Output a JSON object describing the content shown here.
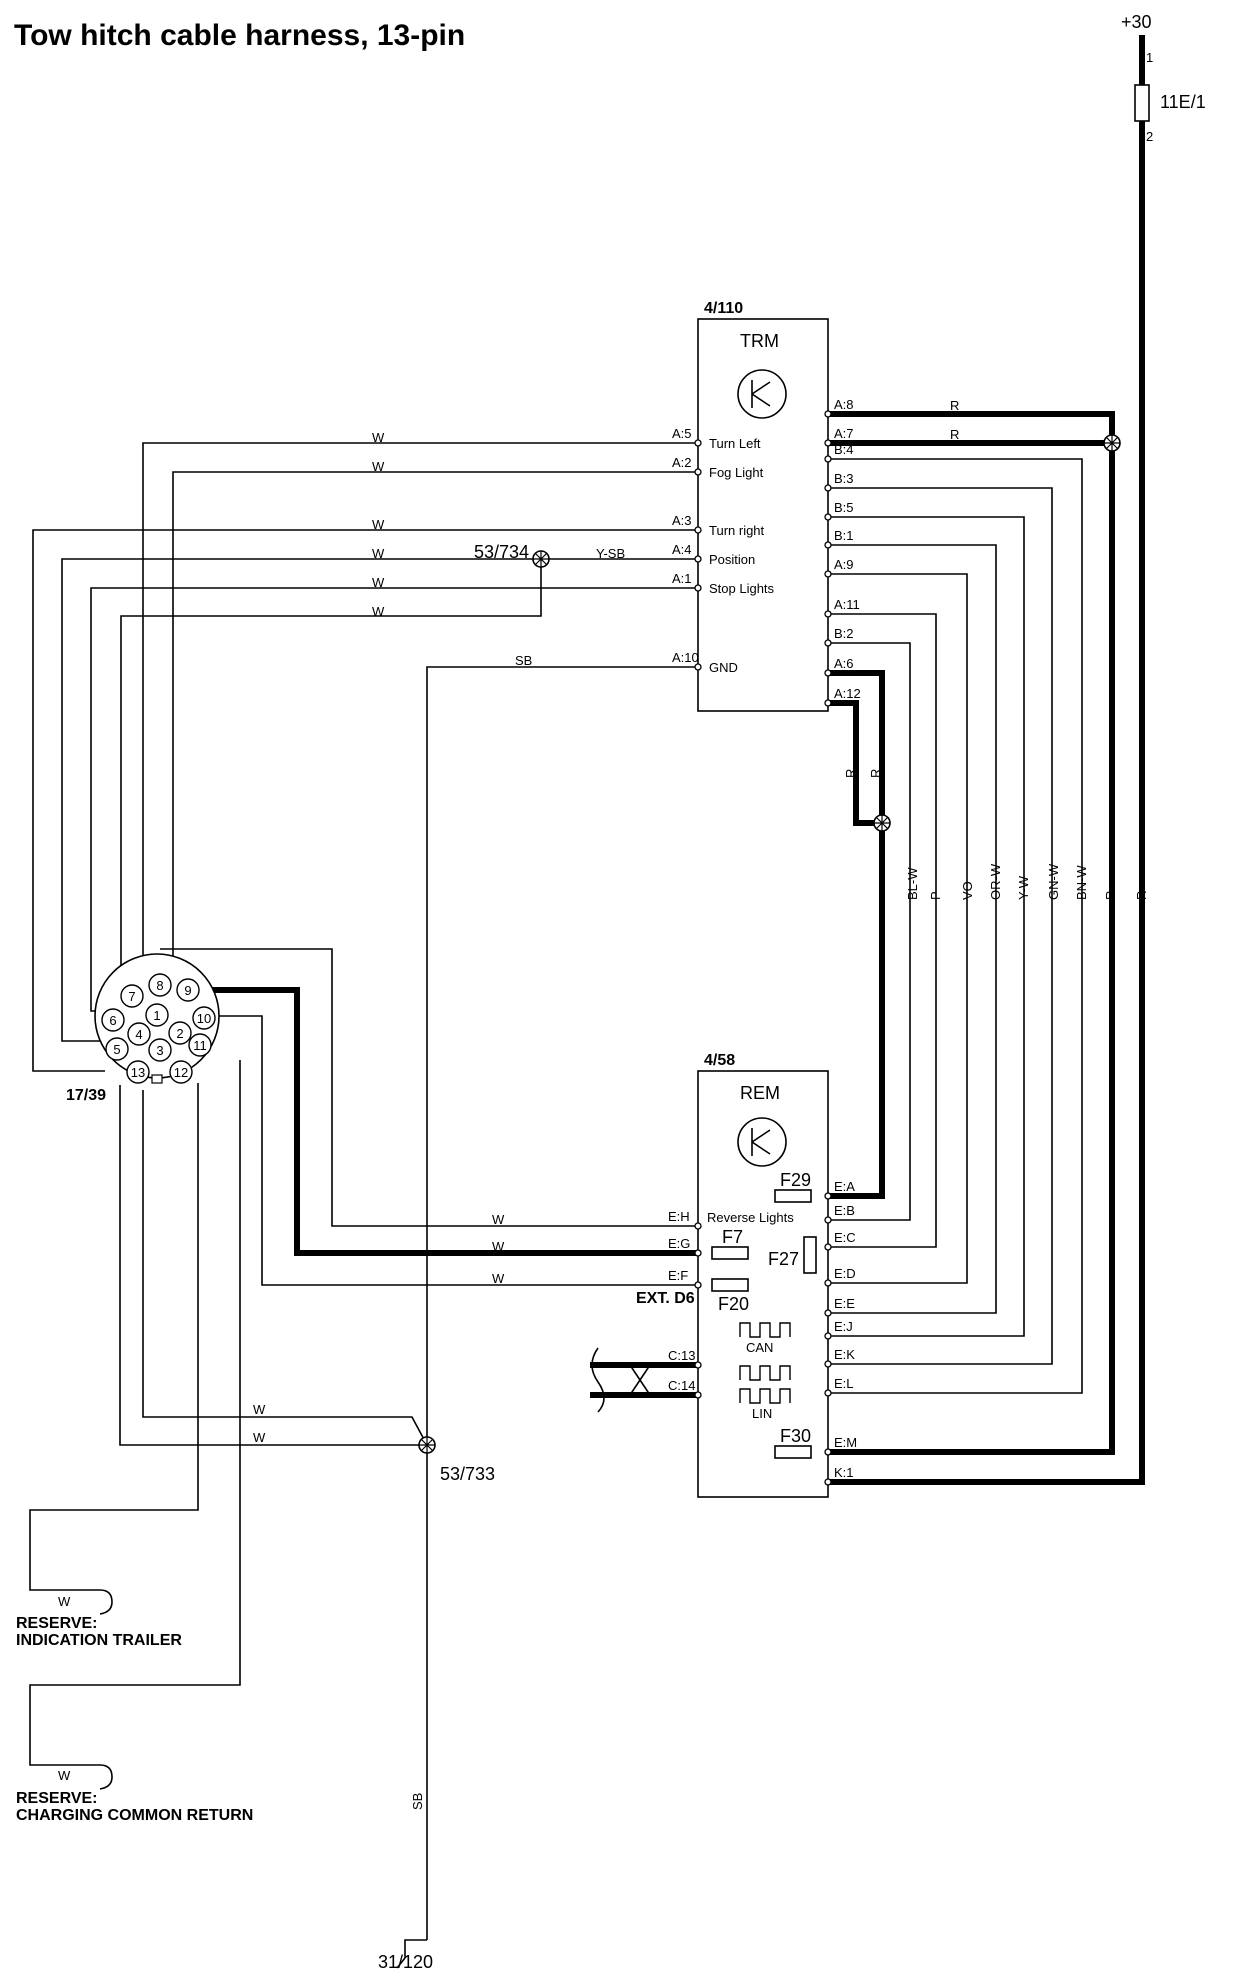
{
  "title": "Tow hitch cable harness, 13-pin",
  "supply": {
    "label": "+30",
    "fuse": "11E/1",
    "pin1": "1",
    "pin2": "2"
  },
  "trm": {
    "ref": "4/110",
    "name": "TRM",
    "left_pins": [
      {
        "pin": "A:5",
        "label": "Turn Left"
      },
      {
        "pin": "A:2",
        "label": "Fog Light"
      },
      {
        "pin": "A:3",
        "label": "Turn right"
      },
      {
        "pin": "A:4",
        "label": "Position"
      },
      {
        "pin": "A:1",
        "label": "Stop Lights"
      },
      {
        "pin": "A:10",
        "label": "GND"
      }
    ],
    "right_pins": [
      "A:8",
      "A:7",
      "B:4",
      "B:3",
      "B:5",
      "B:1",
      "A:9",
      "A:11",
      "B:2",
      "A:6",
      "A:12"
    ]
  },
  "rem": {
    "ref": "4/58",
    "name": "REM",
    "left_pins": [
      "E:H",
      "E:G",
      "E:F",
      "C:13",
      "C:14"
    ],
    "right_pins": [
      "E:A",
      "E:B",
      "E:C",
      "E:D",
      "E:E",
      "E:J",
      "E:K",
      "E:L",
      "E:M",
      "K:1"
    ],
    "labels": {
      "reverse": "Reverse Lights",
      "ext": "EXT. D6",
      "can": "CAN",
      "lin": "LIN"
    },
    "fuses": [
      "F29",
      "F7",
      "F27",
      "F20",
      "F30"
    ]
  },
  "connector": {
    "ref": "17/39",
    "pins": [
      "1",
      "2",
      "3",
      "4",
      "5",
      "6",
      "7",
      "8",
      "9",
      "10",
      "11",
      "12",
      "13"
    ]
  },
  "splices": {
    "s734": "53/734",
    "s733": "53/733"
  },
  "ground": "31/120",
  "wire_colors": {
    "w": "W",
    "ysb": "Y-SB",
    "sb": "SB",
    "r": "R",
    "vertical": [
      "R",
      "R",
      "BL-W",
      "P",
      "VO",
      "OR-W",
      "Y-W",
      "GN-W",
      "BN-W",
      "R",
      "R"
    ]
  },
  "reserves": [
    {
      "title": "RESERVE:",
      "desc": "INDICATION TRAILER"
    },
    {
      "title": "RESERVE:",
      "desc": "CHARGING COMMON RETURN"
    }
  ]
}
